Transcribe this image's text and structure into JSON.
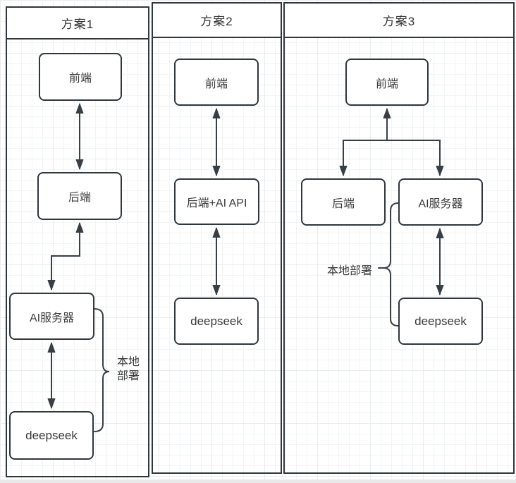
{
  "diagram": {
    "lanes": [
      {
        "title": "方案1",
        "nodes": {
          "frontend": "前端",
          "backend": "后端",
          "ai_server": "AI服务器",
          "deepseek": "deepseek"
        },
        "brace": {
          "line1": "本地",
          "line2": "部署"
        }
      },
      {
        "title": "方案2",
        "nodes": {
          "frontend": "前端",
          "backend_api": "后端+AI API",
          "deepseek": "deepseek"
        }
      },
      {
        "title": "方案3",
        "nodes": {
          "frontend": "前端",
          "backend": "后端",
          "ai_server": "AI服务器",
          "deepseek": "deepseek"
        },
        "brace": {
          "label": "本地部署"
        }
      }
    ],
    "colors": {
      "stroke": "#2f363c",
      "arrow": "#383f44",
      "node_fill": "#ffffff",
      "text": "#3a3a3a",
      "grid_minor": "#f2f4f5",
      "grid_major": "#e9eced",
      "background": "#ffffff"
    }
  }
}
